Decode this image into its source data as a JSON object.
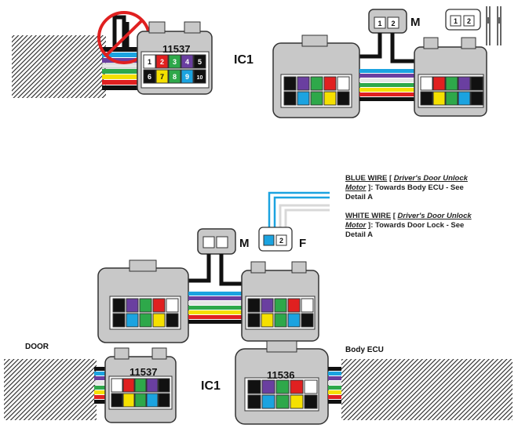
{
  "labels": {
    "ic1_top": "IC1",
    "ic1_bottom": "IC1",
    "m_top": "M",
    "m_bottom": "M",
    "f_bottom": "F",
    "door": "DOOR",
    "body_ecu": "Body ECU",
    "part_top": "11537",
    "part_bottom_left": "11537",
    "part_bottom_right": "11536"
  },
  "notes": {
    "blue": {
      "title": "BLUE WIRE",
      "open": "[",
      "italic1": "Driver's Door Unlock",
      "italic2": "Motor",
      "rest1": "]: Towards Body ECU - See",
      "rest2": "Detail A"
    },
    "white": {
      "title": "WHITE WIRE",
      "open": "[",
      "italic1": "Driver's Door Unlock",
      "italic2": "Motor",
      "rest1": "]: Towards Door Lock - See",
      "rest2": "Detail A"
    }
  },
  "connector_pins": {
    "ic1_top_row1": [
      "1",
      "2",
      "3",
      "4",
      "5"
    ],
    "ic1_top_row2": [
      "6",
      "7",
      "8",
      "9",
      "10"
    ],
    "mini_connector": [
      "1",
      "2"
    ]
  },
  "colors": {
    "wire_black": "#111111",
    "wire_blue": "#1ba3e0",
    "wire_purple": "#6a3fa0",
    "wire_white": "#ffffff",
    "wire_green": "#2ea84a",
    "wire_yellow": "#f5e000",
    "wire_red": "#e02020",
    "pin_red": "#e02020",
    "pin_green": "#2ea84a",
    "pin_purple": "#6a3fa0",
    "pin_blue": "#1ba3e0",
    "pin_yellow": "#f5e000",
    "connector_gray": "#c8c8c8",
    "prohibit_red": "#e02020"
  }
}
